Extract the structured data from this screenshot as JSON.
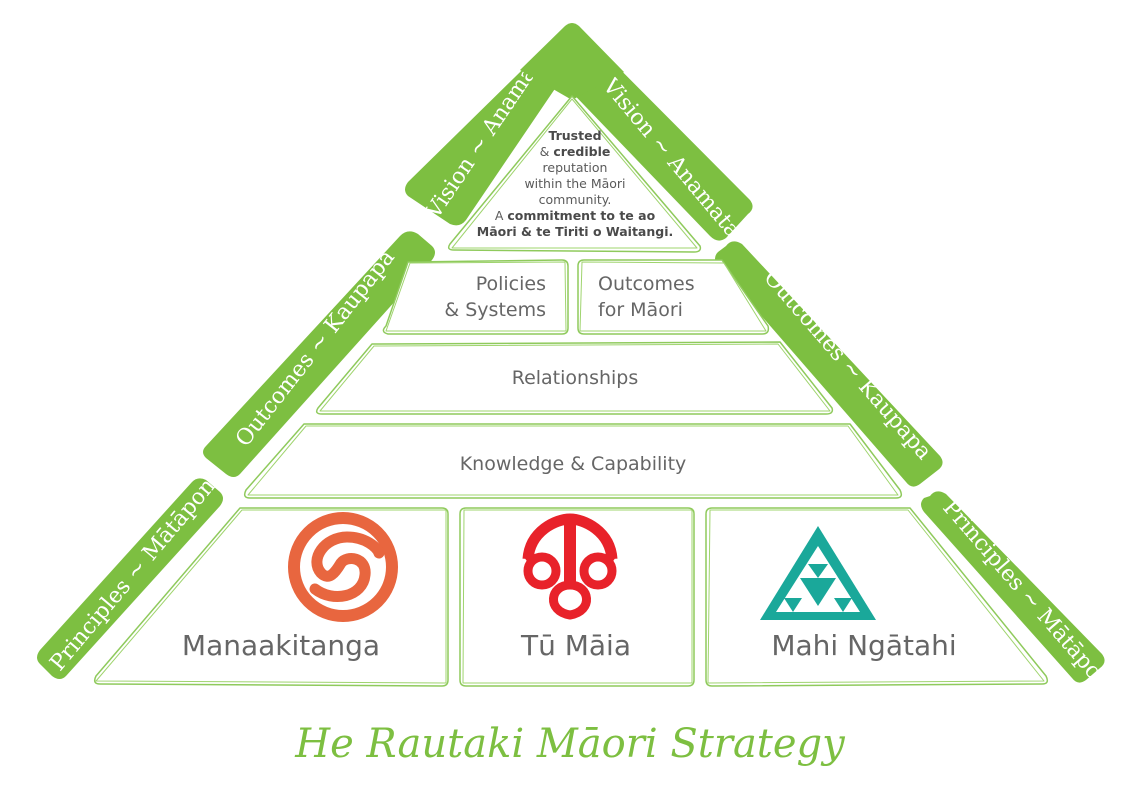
{
  "title": "He Rautaki Māori Strategy",
  "side_bands": {
    "vision": "Vision ~ Anamata",
    "outcomes": "Outcomes ~ Kaupapa",
    "principles": "Principles ~ Mātāpono"
  },
  "apex": {
    "lines": [
      {
        "parts": [
          {
            "text": "Trusted",
            "bold": true
          }
        ]
      },
      {
        "parts": [
          {
            "text": "& ",
            "bold": false
          },
          {
            "text": "credible",
            "bold": true
          }
        ]
      },
      {
        "parts": [
          {
            "text": "reputation",
            "bold": false
          }
        ]
      },
      {
        "parts": [
          {
            "text": "within the Māori",
            "bold": false
          }
        ]
      },
      {
        "parts": [
          {
            "text": "community.",
            "bold": false
          }
        ]
      },
      {
        "parts": [
          {
            "text": "A ",
            "bold": false
          },
          {
            "text": "commitment to te ao",
            "bold": true
          }
        ]
      },
      {
        "parts": [
          {
            "text": "Māori & te Tiriti o Waitangi.",
            "bold": true
          }
        ]
      }
    ]
  },
  "tiers": {
    "policies": [
      "Policies",
      "& Systems"
    ],
    "outcomes_for_maori": [
      "Outcomes",
      "for Māori"
    ],
    "relationships": "Relationships",
    "knowledge": "Knowledge & Capability"
  },
  "values": [
    {
      "label": "Manaakitanga",
      "icon": "spiral-icon",
      "color": "#e8663f"
    },
    {
      "label": "Tū Māia",
      "icon": "koru-figure-icon",
      "color": "#e8222a"
    },
    {
      "label": "Mahi Ngātahi",
      "icon": "nested-triangles-icon",
      "color": "#1aa89a"
    }
  ],
  "colors": {
    "brand_green": "#7dbf41",
    "tier_outline": "#8fca5c",
    "text_grey": "#666666"
  }
}
